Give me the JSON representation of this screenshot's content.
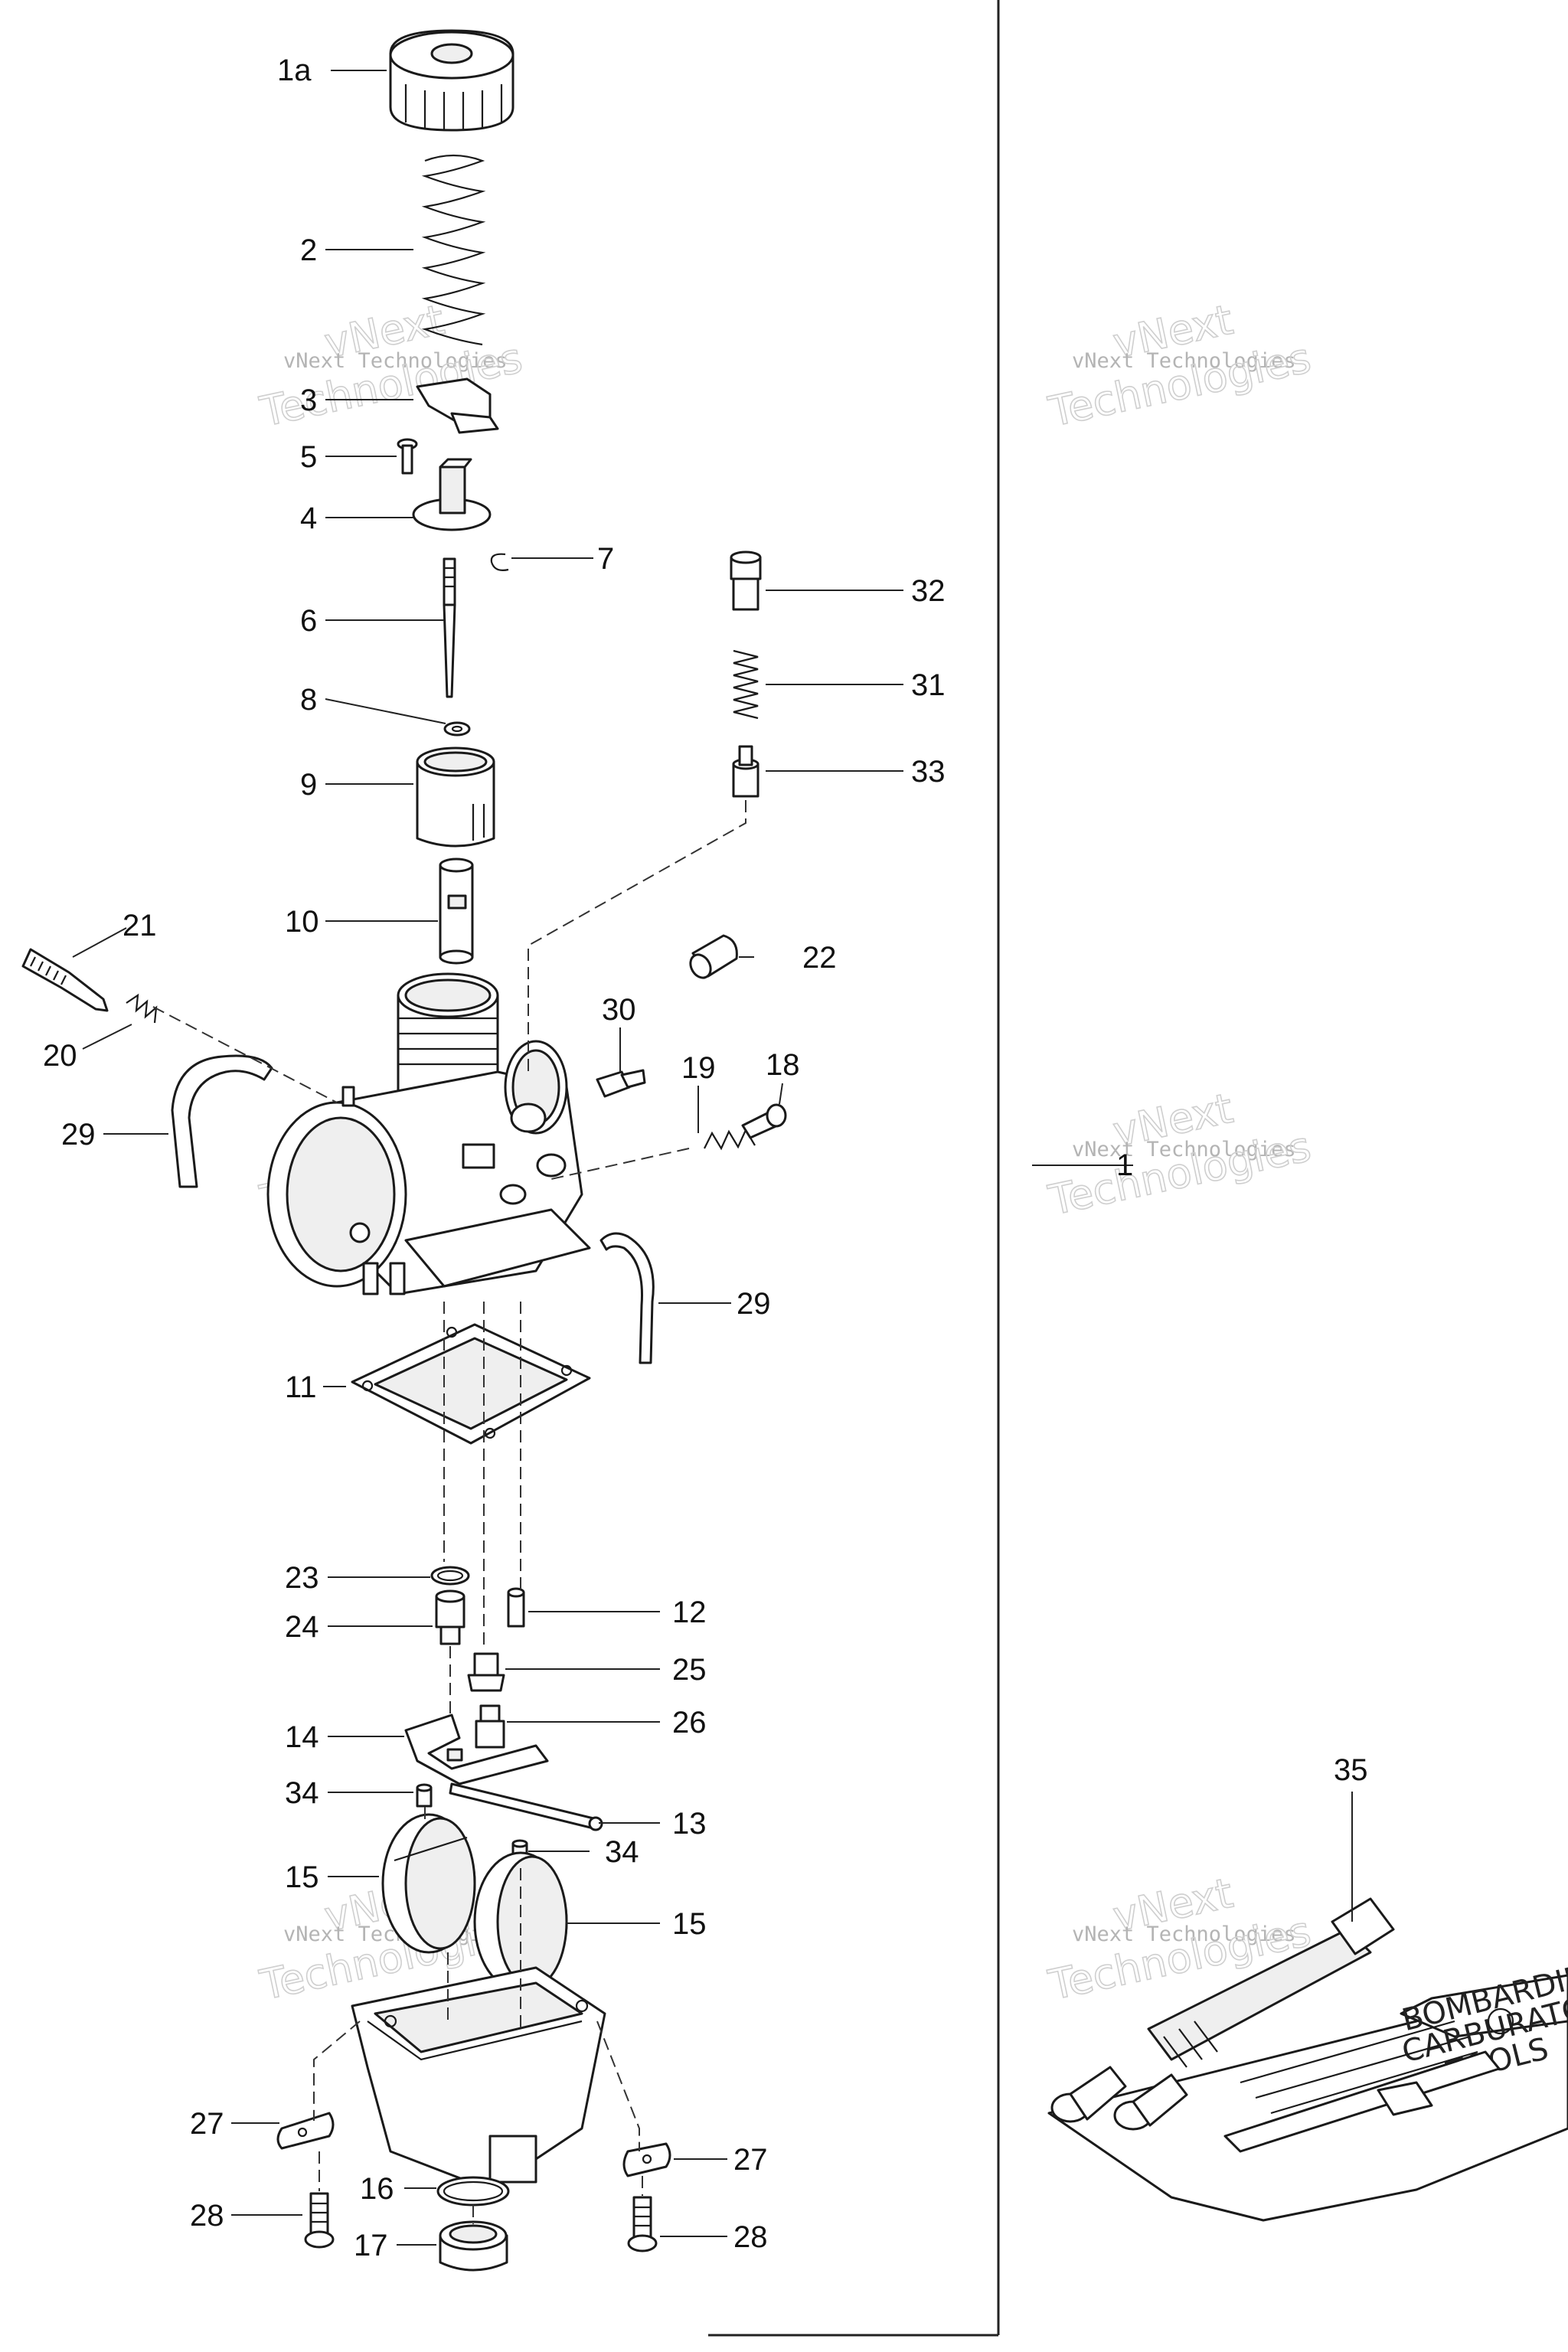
{
  "watermark": {
    "line1": "vNext Technologies",
    "line2": "vNext",
    "line3": "Technologies"
  },
  "callouts": {
    "c1a": "1a",
    "c2": "2",
    "c3": "3",
    "c5": "5",
    "c4": "4",
    "c7": "7",
    "c6": "6",
    "c8": "8",
    "c9": "9",
    "c10": "10",
    "c32": "32",
    "c31": "31",
    "c33": "33",
    "c21": "21",
    "c22": "22",
    "c20": "20",
    "c30": "30",
    "c19": "19",
    "c18": "18",
    "c29a": "29",
    "c1": "1",
    "c29b": "29",
    "c11": "11",
    "c23": "23",
    "c12": "12",
    "c24": "24",
    "c25": "25",
    "c14": "14",
    "c26": "26",
    "c34a": "34",
    "c13": "13",
    "c34b": "34",
    "c15a": "15",
    "c15b": "15",
    "c35": "35",
    "c27a": "27",
    "c27b": "27",
    "c16": "16",
    "c28a": "28",
    "c28b": "28",
    "c17": "17"
  },
  "tool_pouch": {
    "line1": "BOMBARDIER",
    "line2": "CARBURATOR",
    "line3": "TOOLS"
  }
}
